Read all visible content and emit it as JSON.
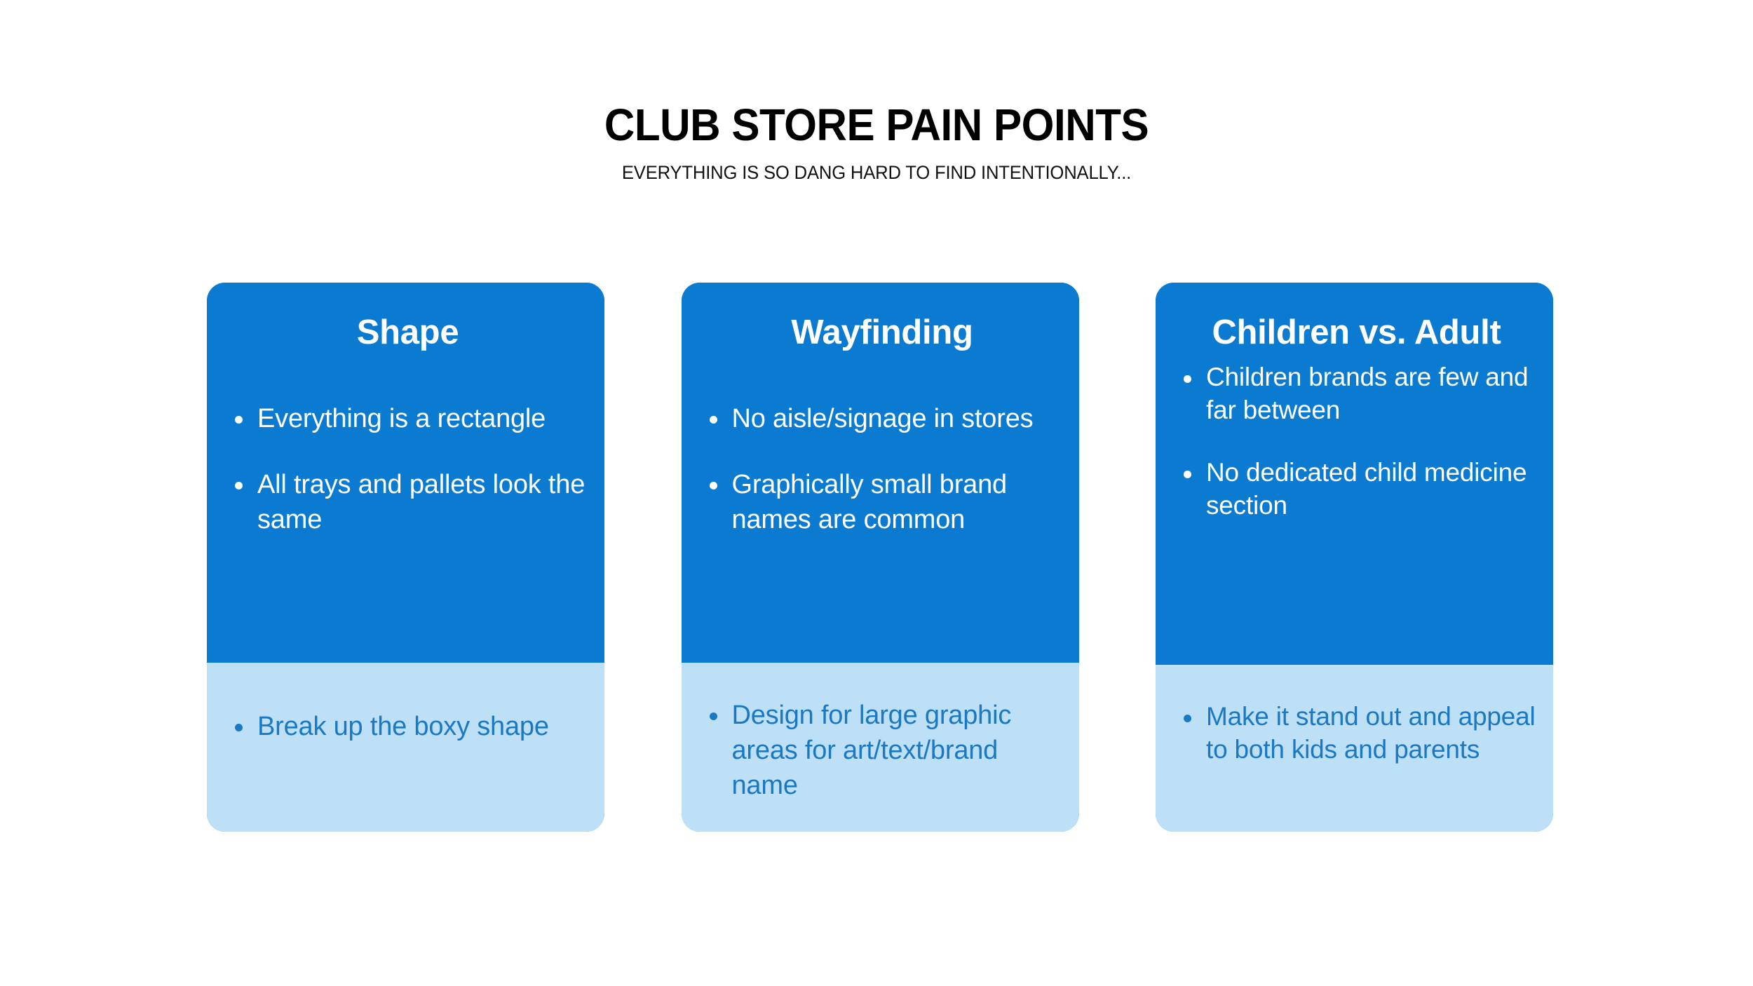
{
  "header": {
    "title": "CLUB STORE PAIN POINTS",
    "subtitle": "EVERYTHING IS SO DANG HARD TO FIND INTENTIONALLY..."
  },
  "colors": {
    "background": "#ffffff",
    "card_primary": "#0B7AD1",
    "card_secondary": "#BDE0F7",
    "text_on_primary": "#ffffff",
    "text_on_secondary": "#1B79C4",
    "title_text": "#000000"
  },
  "cards": [
    {
      "title": "Shape",
      "pain_points": [
        "Everything is a rectangle",
        "All trays and pallets look the same"
      ],
      "opportunities": [
        "Break up the boxy shape"
      ]
    },
    {
      "title": "Wayfinding",
      "pain_points": [
        "No aisle/signage in stores",
        "Graphically small brand names are common"
      ],
      "opportunities": [
        "Design for large graphic areas for art/text/brand name"
      ]
    },
    {
      "title": "Children vs. Adult",
      "pain_points": [
        "Children brands are few and far between",
        "No dedicated child medicine section"
      ],
      "opportunities": [
        "Make it stand out and appeal to both kids and parents"
      ]
    }
  ]
}
